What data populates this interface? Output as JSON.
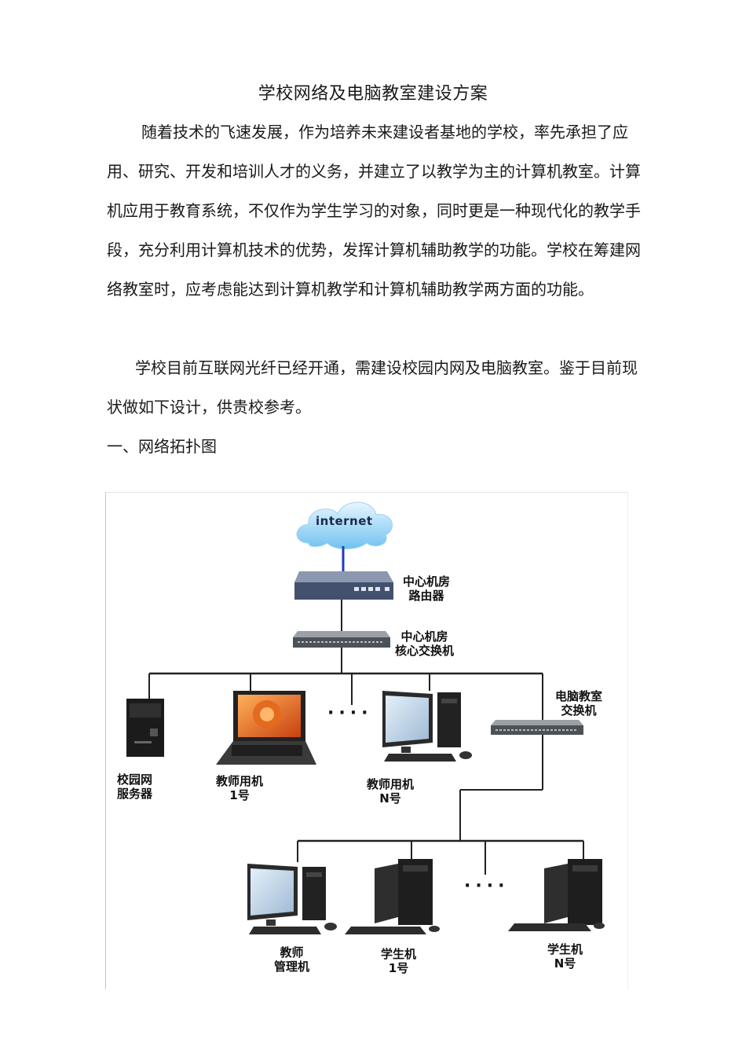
{
  "title": "学校网络及电脑教室建设方案",
  "paragraphs": [
    "随着技术的飞速发展，作为培养未来建设者基地的学校，率先承担了应用、研究、开发和培训人才的义务，并建立了以教学为主的计算机教室。计算机应用于教育系统，不仅作为学生学习的对象，同时更是一种现代化的教学手段，充分利用计算机技术的优势，发挥计算机辅助教学的功能。学校在筹建网络教室时，应考虑能达到计算机教学和计算机辅助教学两方面的功能。",
    "学校目前互联网光纤已经开通，需建设校园内网及电脑教室。鉴于目前现状做如下设计，供贵校参考。"
  ],
  "section_heading": "一、网络拓扑图",
  "diagram": {
    "cloud_label": "internet",
    "router_label": [
      "中心机房",
      "路由器"
    ],
    "core_switch_label": [
      "中心机房",
      "核心交换机"
    ],
    "classroom_switch_label": [
      "电脑教室",
      "交换机"
    ],
    "server_label": [
      "校园网",
      "服务器"
    ],
    "teacher1_label": [
      "教师用机",
      "1号"
    ],
    "teacherN_label": [
      "教师用机",
      "N号"
    ],
    "manager_label": [
      "教师",
      "管理机"
    ],
    "student1_label": [
      "学生机",
      "1号"
    ],
    "studentN_label": [
      "学生机",
      "N号"
    ],
    "ellipsis": "····"
  }
}
